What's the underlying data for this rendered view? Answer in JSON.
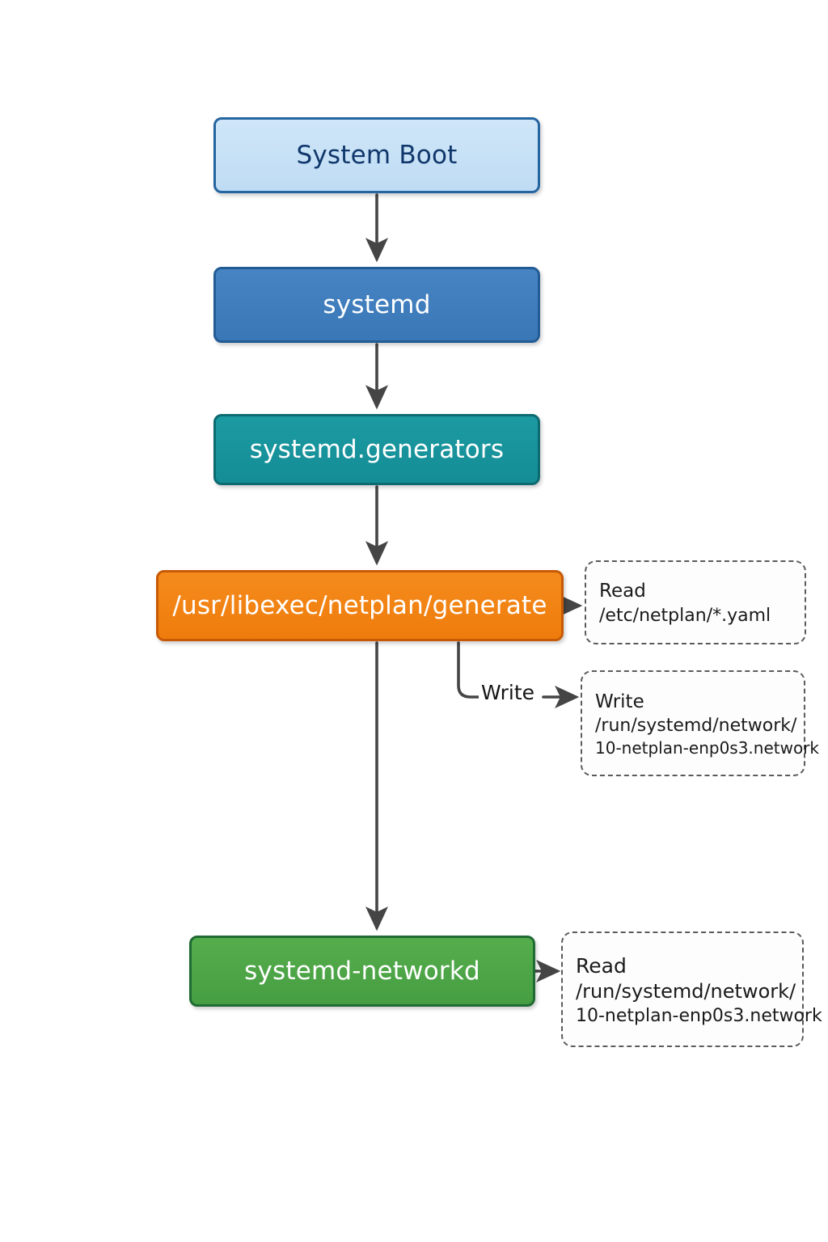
{
  "diagram": {
    "title": "Netplan systemd boot generation flow",
    "background_color": "#ffffff",
    "arrow_color": "#454545",
    "nodes": [
      {
        "id": "system-boot",
        "label": "System Boot",
        "fill": "#c3e0f5",
        "border": "#2565a0",
        "text_color": "#10376b"
      },
      {
        "id": "systemd",
        "label": "systemd",
        "fill": "#3c7cbd",
        "border": "#235c95",
        "text_color": "#ffffff"
      },
      {
        "id": "systemd-generators",
        "label": "systemd.generators",
        "fill": "#19919a",
        "border": "#0c6a70",
        "text_color": "#ffffff"
      },
      {
        "id": "netplan-generate",
        "label": "/usr/libexec/netplan/generate",
        "fill": "#ef8113",
        "border": "#c75a06",
        "text_color": "#ffffff"
      },
      {
        "id": "systemd-networkd",
        "label": "systemd-networkd",
        "fill": "#4da548",
        "border": "#1f6b33",
        "text_color": "#ffffff"
      }
    ],
    "notes": [
      {
        "id": "read-etc-netplan",
        "lines": [
          "Read",
          "/etc/netplan/*.yaml"
        ],
        "border": "#5b5b5b",
        "style": "dashed"
      },
      {
        "id": "write-run-systemd-network",
        "lines": [
          "Write",
          "/run/systemd/network/",
          "10-netplan-enp0s3.network"
        ],
        "border": "#5b5b5b",
        "style": "dashed"
      },
      {
        "id": "read-run-systemd-network",
        "lines": [
          "Read",
          "/run/systemd/network/",
          "10-netplan-enp0s3.network"
        ],
        "border": "#5b5b5b",
        "style": "dashed"
      }
    ],
    "edges": [
      {
        "id": "boot-to-systemd",
        "from": "system-boot",
        "to": "systemd",
        "label": ""
      },
      {
        "id": "systemd-to-generators",
        "from": "systemd",
        "to": "systemd-generators",
        "label": ""
      },
      {
        "id": "generators-to-generate",
        "from": "systemd-generators",
        "to": "netplan-generate",
        "label": ""
      },
      {
        "id": "generate-to-read-note",
        "from": "netplan-generate",
        "to": "read-etc-netplan",
        "label": ""
      },
      {
        "id": "generate-to-write-note",
        "from": "netplan-generate",
        "to": "write-run-systemd-network",
        "label": "Write"
      },
      {
        "id": "generate-to-networkd",
        "from": "netplan-generate",
        "to": "systemd-networkd",
        "label": ""
      },
      {
        "id": "networkd-to-read-note",
        "from": "systemd-networkd",
        "to": "read-run-systemd-network",
        "label": ""
      }
    ]
  }
}
